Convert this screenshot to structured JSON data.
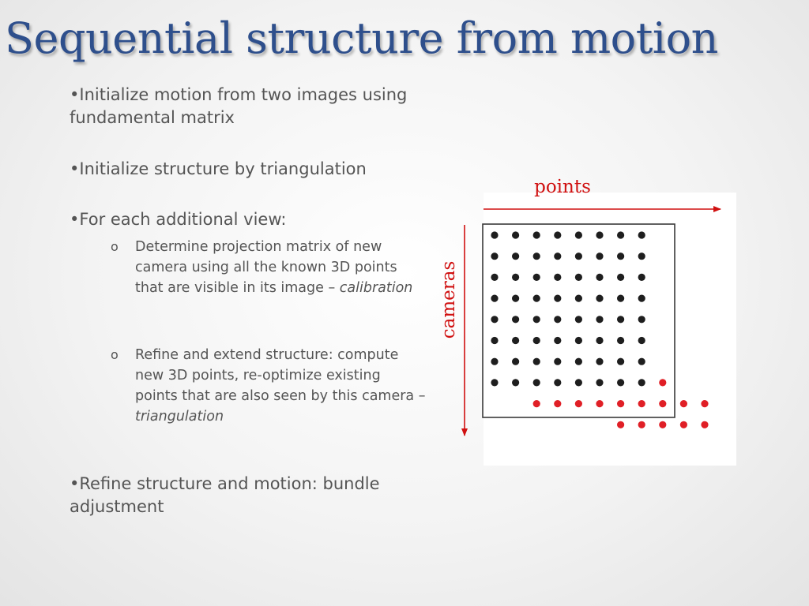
{
  "title": "Sequential structure from motion",
  "bullets": [
    {
      "text": "•Initialize motion from two images using fundamental matrix"
    },
    {
      "text": "•Initialize structure by triangulation"
    },
    {
      "text": "•For each additional view:"
    },
    {
      "text": "•Refine structure and motion: bundle adjustment"
    }
  ],
  "sub_bullets": [
    {
      "marker": "o",
      "text": "Determine projection matrix of new camera using all the known 3D points that are visible in its image – ",
      "emph": "calibration"
    },
    {
      "marker": "o",
      "text": "Refine and extend structure: compute new 3D points, re-optimize existing points that are also seen by this camera – ",
      "emph": "triangulation"
    }
  ],
  "figure": {
    "x_label": "points",
    "y_label": "cameras",
    "colors": {
      "label": "#d01010",
      "arrow": "#d01010",
      "known_point": "#1e1e1e",
      "new_point": "#e01f26",
      "box": "#3a3a3a"
    },
    "black_rows": 8,
    "black_cols": 8,
    "row8_extra_red_points": 1,
    "new_camera_rows": [
      {
        "first_col": 3,
        "last_col": 11
      },
      {
        "first_col": 7,
        "last_col": 11
      }
    ]
  }
}
